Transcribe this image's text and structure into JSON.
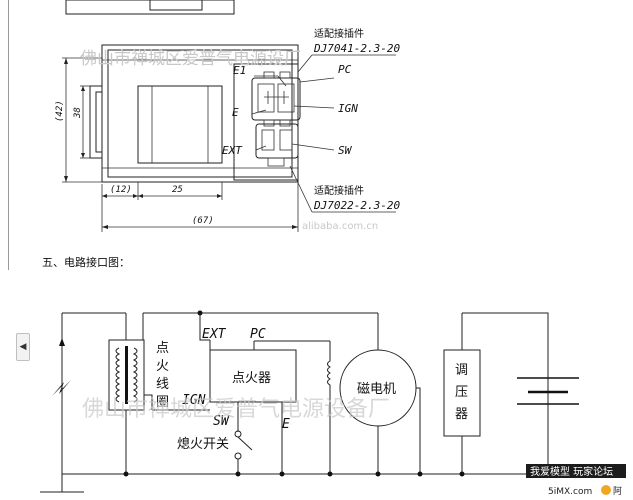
{
  "connector_top_title": "适配接插件",
  "connector_top_part": "DJ7041-2.3-20",
  "connector_bottom_title": "适配接插件",
  "connector_bottom_part": "DJ7022-2.3-20",
  "pins": {
    "e1": "E1",
    "pc": "PC",
    "e": "E",
    "ign": "IGN",
    "ext": "EXT",
    "sw": "SW"
  },
  "dims": {
    "d42": "(42)",
    "d38": "38",
    "d12": "(12)",
    "d25": "25",
    "d67": "(67)"
  },
  "section_heading": "五、电路接口图：",
  "watermark_top": "佛山市禅城区爱普气电源设厂",
  "watermark_url": "alibaba.com.cn",
  "watermark_bottom": "佛山市禅城区爱普气电源设备厂",
  "circuit": {
    "ext": "EXT",
    "pc": "PC",
    "ign": "IGN",
    "sw": "SW",
    "e": "E",
    "coil": [
      "点",
      "火",
      "线",
      "圈"
    ],
    "igniter": "点火器",
    "magneto": "磁电机",
    "regulator": [
      "调",
      "压",
      "器"
    ],
    "kill_switch": "熄火开关"
  },
  "footer_logo_line1": "我爱模型 玩家论坛",
  "footer_logo_line2": "5iMX.com",
  "footer_logo_mark": "阿",
  "side_tab_icon": "◀"
}
